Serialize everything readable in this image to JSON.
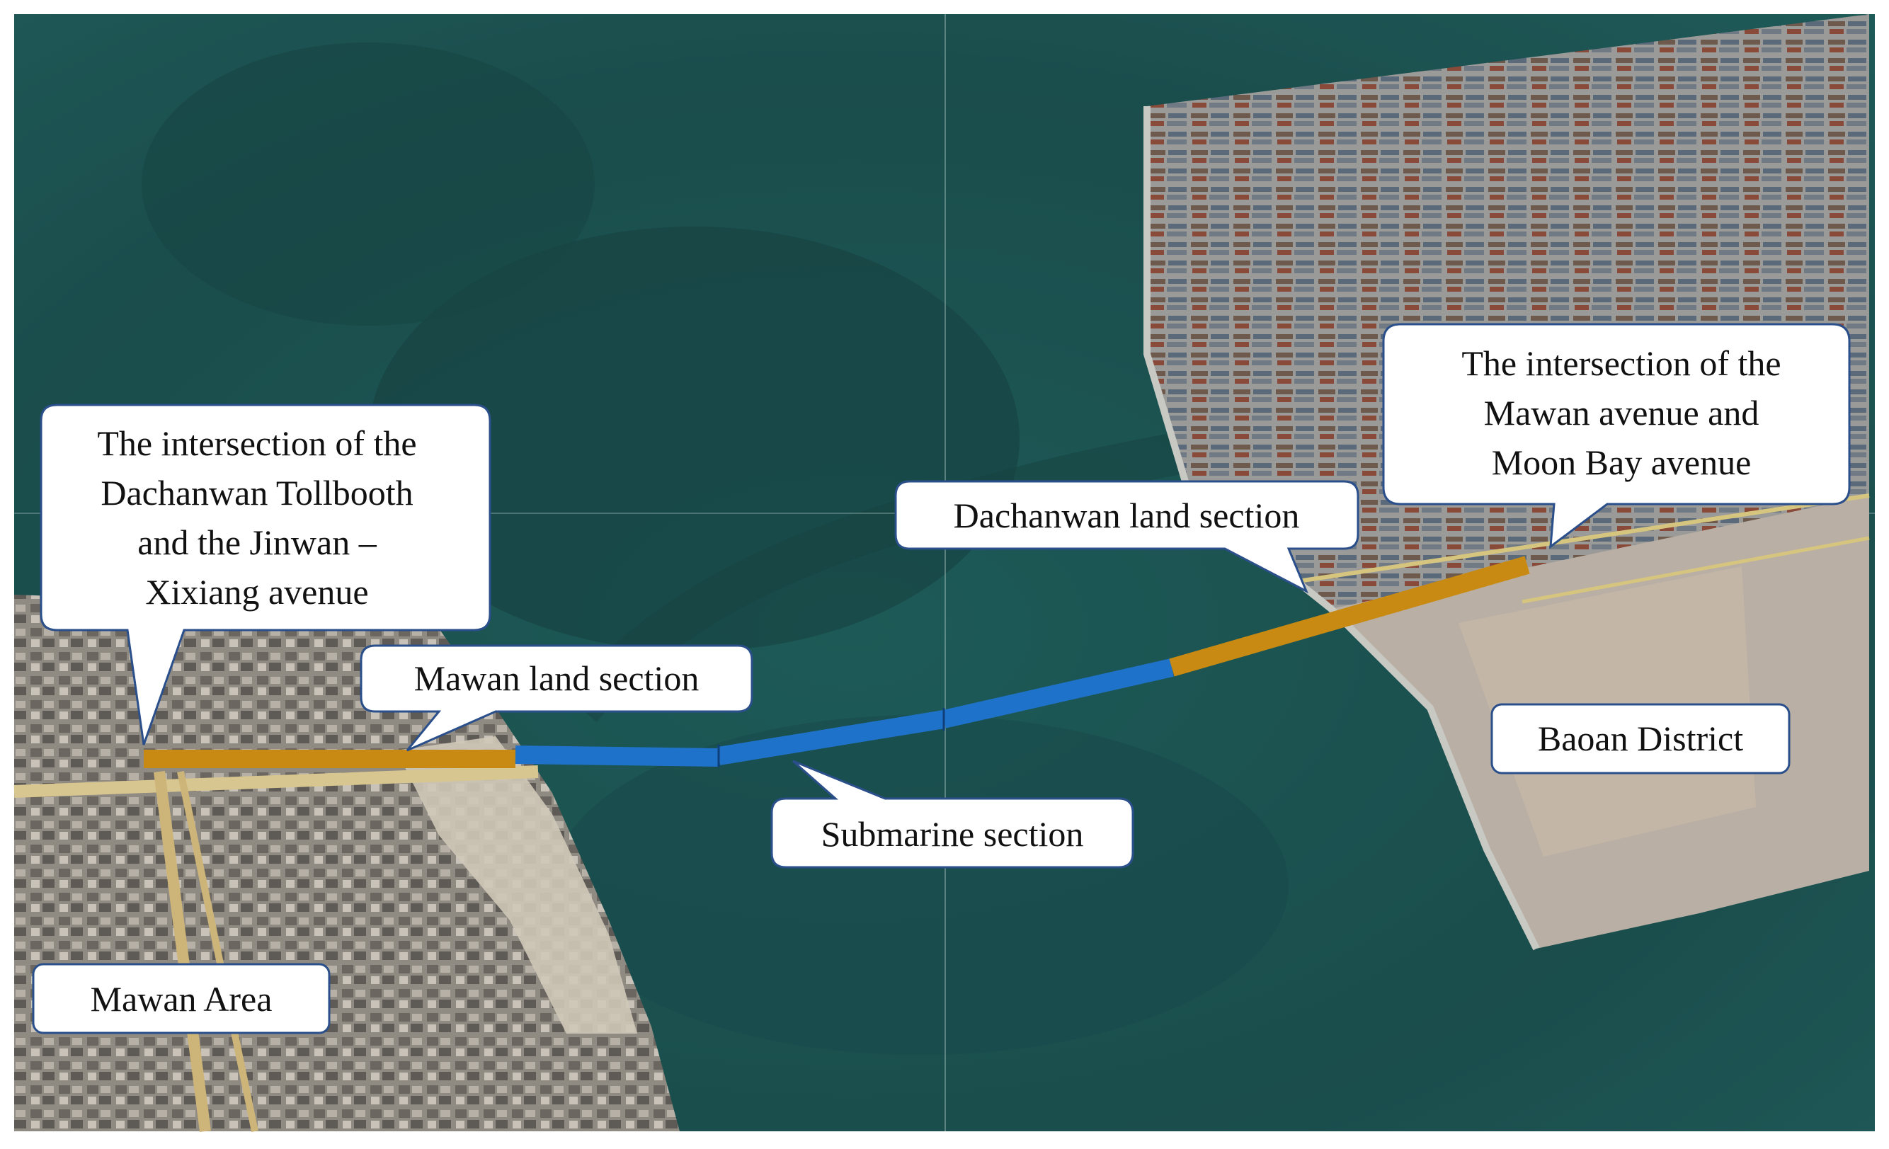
{
  "map": {
    "labels": {
      "start_intersection": [
        "The intersection of the",
        "Dachanwan Tollbooth",
        "and the Jinwan –",
        "Xixiang  avenue"
      ],
      "mawan_land": "Mawan land section",
      "submarine": "Submarine section",
      "dachanwan_land": "Dachanwan land section",
      "end_intersection": [
        "The intersection of the",
        "Mawan avenue and",
        "Moon Bay avenue"
      ],
      "baoan": "Baoan District",
      "mawan_area": "Mawan Area"
    },
    "colors": {
      "land_section": "#c88a12",
      "submarine_section": "#1f72c9",
      "sea": "#1f5954",
      "callout_fill": "#ffffff",
      "callout_border": "#2a4f8a"
    }
  }
}
